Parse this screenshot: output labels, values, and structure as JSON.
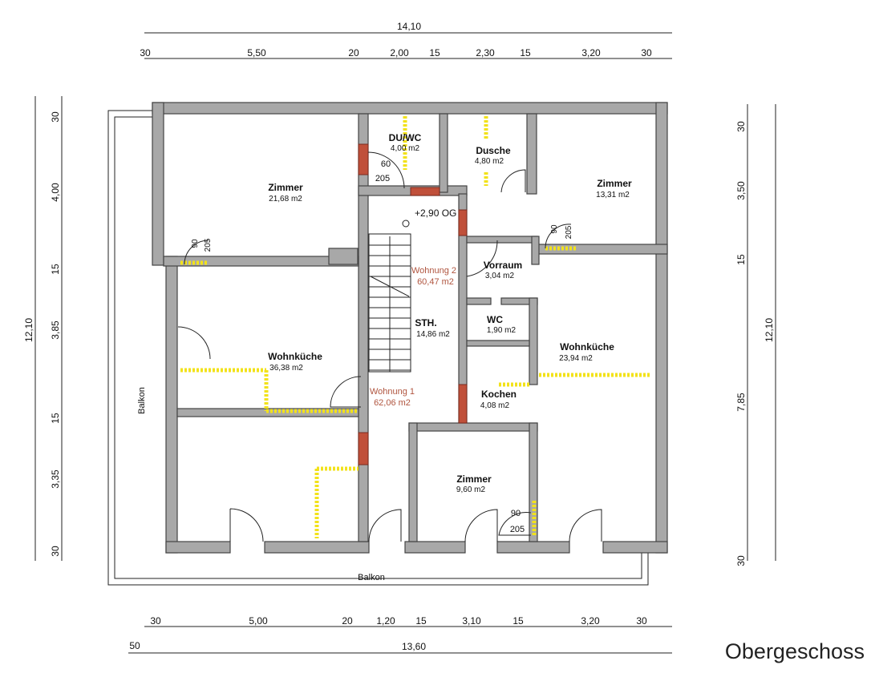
{
  "title": "Obergeschoss",
  "dimensions": {
    "top_total": "14,10",
    "top": [
      "30",
      "5,50",
      "20",
      "2,00",
      "15",
      "2,30",
      "15",
      "3,20",
      "30"
    ],
    "bottom": [
      "30",
      "5,00",
      "20",
      "1,20",
      "15",
      "3,10",
      "15",
      "3,20",
      "30"
    ],
    "bottom_total": "13,60",
    "bottom_offset": "50",
    "left_total": "12,10",
    "left": [
      "30",
      "4,00",
      "15",
      "3,85",
      "15",
      "3,35",
      "30"
    ],
    "right_total": "12,10",
    "right": [
      "30",
      "3,50",
      "15",
      "7,85",
      "30"
    ]
  },
  "rooms": [
    {
      "name": "Zimmer",
      "area": "21,68 m2"
    },
    {
      "name": "DU/WC",
      "area": "4,00 m2"
    },
    {
      "name": "Dusche",
      "area": "4,80 m2"
    },
    {
      "name": "Zimmer",
      "area": "13,31 m2"
    },
    {
      "name": "Vorraum",
      "area": "3,04 m2"
    },
    {
      "name": "WC",
      "area": "1,90 m2"
    },
    {
      "name": "Wohnküche",
      "area": "36,38 m2"
    },
    {
      "name": "STH.",
      "area": "14,86 m2"
    },
    {
      "name": "Wohnküche",
      "area": "23,94 m2"
    },
    {
      "name": "Kochen",
      "area": "4,08 m2"
    },
    {
      "name": "Zimmer",
      "area": "9,60 m2"
    }
  ],
  "units": [
    {
      "name": "Wohnung 2",
      "area": "60,47 m2"
    },
    {
      "name": "Wohnung 1",
      "area": "62,06 m2"
    }
  ],
  "level_mark": "+2,90 OG",
  "balcony_left": "Balkon",
  "balcony_bottom": "Balkon",
  "door_marks": {
    "duwc": [
      "60",
      "205"
    ],
    "zimmer_left": [
      "90",
      "205"
    ],
    "zimmer_right": [
      "90",
      "205"
    ],
    "zimmer_small": [
      "90",
      "205"
    ]
  }
}
